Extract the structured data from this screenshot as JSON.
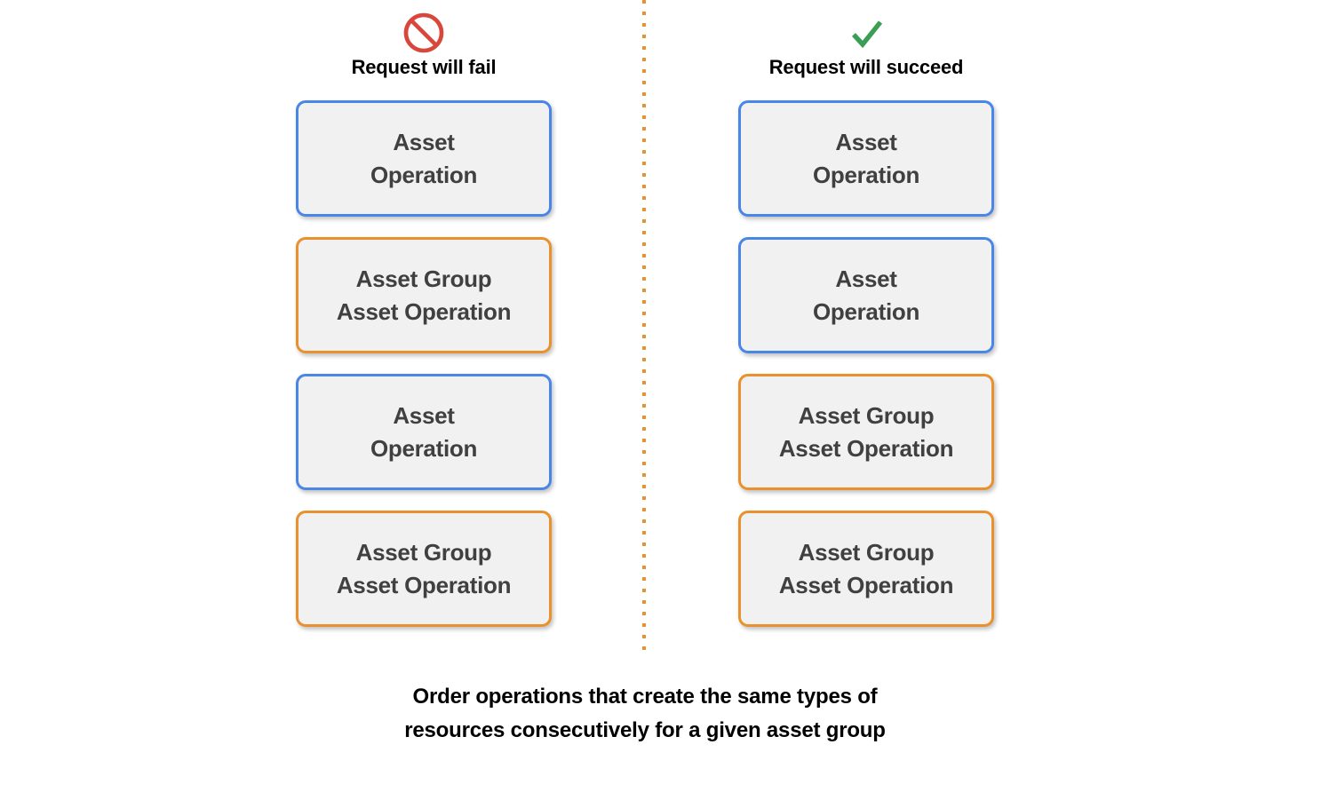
{
  "columns": [
    {
      "id": "fail",
      "icon": "prohibition-icon",
      "icon_color": "#d9463c",
      "title": "Request will fail",
      "boxes": [
        {
          "type": "asset-operation",
          "color": "blue",
          "label": "Asset\nOperation"
        },
        {
          "type": "asset-group-operation",
          "color": "orange",
          "label": "Asset Group\nAsset Operation"
        },
        {
          "type": "asset-operation",
          "color": "blue",
          "label": "Asset\nOperation"
        },
        {
          "type": "asset-group-operation",
          "color": "orange",
          "label": "Asset Group\nAsset Operation"
        }
      ]
    },
    {
      "id": "succeed",
      "icon": "check-icon",
      "icon_color": "#3a9e54",
      "title": "Request will succeed",
      "boxes": [
        {
          "type": "asset-operation",
          "color": "blue",
          "label": "Asset\nOperation"
        },
        {
          "type": "asset-operation",
          "color": "blue",
          "label": "Asset\nOperation"
        },
        {
          "type": "asset-group-operation",
          "color": "orange",
          "label": "Asset Group\nAsset Operation"
        },
        {
          "type": "asset-group-operation",
          "color": "orange",
          "label": "Asset Group\nAsset Operation"
        }
      ]
    }
  ],
  "caption": "Order operations that create the same types of\nresources consecutively for a given asset group",
  "colors": {
    "blue_border": "#4a86e8",
    "orange_border": "#e8912d",
    "box_fill": "#f1f1f1",
    "box_text": "#404040",
    "divider": "#e8912d",
    "fail_icon": "#d9463c",
    "success_icon": "#3a9e54",
    "title_text": "#000000"
  }
}
